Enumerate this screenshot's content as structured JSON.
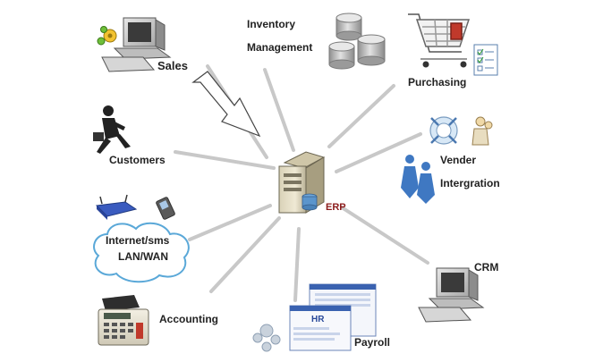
{
  "center": {
    "label": "ERP"
  },
  "nodes": {
    "sales": {
      "label": "Sales"
    },
    "inventory": {
      "line1": "Inventory",
      "line2": "Management"
    },
    "purchasing": {
      "label": "Purchasing"
    },
    "customers": {
      "label": "Customers"
    },
    "vender": {
      "line1": "Vender",
      "line2": "Intergration"
    },
    "internet": {
      "line1": "Internet/sms",
      "line2": "LAN/WAN"
    },
    "crm": {
      "label": "CRM"
    },
    "accounting": {
      "label": "Accounting"
    },
    "payroll": {
      "label": "Payroll"
    },
    "hr_screen": {
      "label": "HR"
    }
  },
  "colors": {
    "connector": "#c8c8c8",
    "erp_label": "#8b1a1a",
    "cloud_border": "#5aa8d8",
    "cylinder": "#b8b8b8"
  }
}
